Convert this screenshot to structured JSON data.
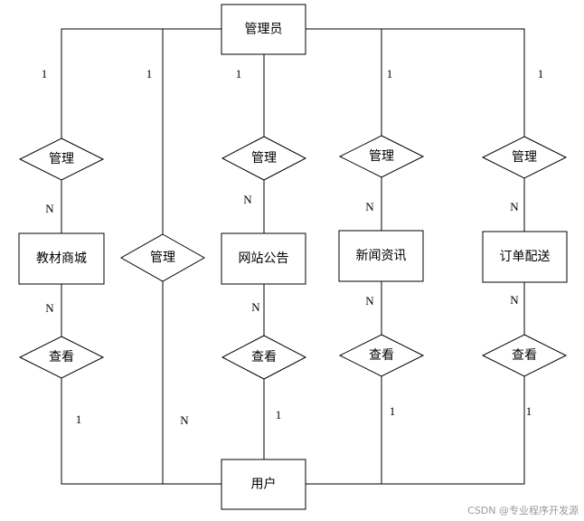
{
  "entities": {
    "admin": "管理员",
    "textbook_mall": "教材商城",
    "announcement": "网站公告",
    "news": "新闻资讯",
    "order_delivery": "订单配送",
    "user": "用户"
  },
  "relationships": {
    "manage_1": "管理",
    "manage_user": "管理",
    "manage_3": "管理",
    "manage_4": "管理",
    "manage_5": "管理",
    "view_1": "查看",
    "view_3": "查看",
    "view_4": "查看",
    "view_5": "查看"
  },
  "cardinalities": {
    "c1_top": "1",
    "c1_mid": "N",
    "c1_low": "N",
    "c1_bottom": "1",
    "c2_top": "1",
    "c2_bottom": "N",
    "c3_top": "1",
    "c3_mid": "N",
    "c3_low": "N",
    "c3_bottom": "1",
    "c4_top": "1",
    "c4_mid": "N",
    "c4_low": "N",
    "c4_bottom": "1",
    "c5_top": "1",
    "c5_mid": "N",
    "c5_low": "N",
    "c5_bottom": "1"
  },
  "watermark": "CSDN @专业程序开发源"
}
